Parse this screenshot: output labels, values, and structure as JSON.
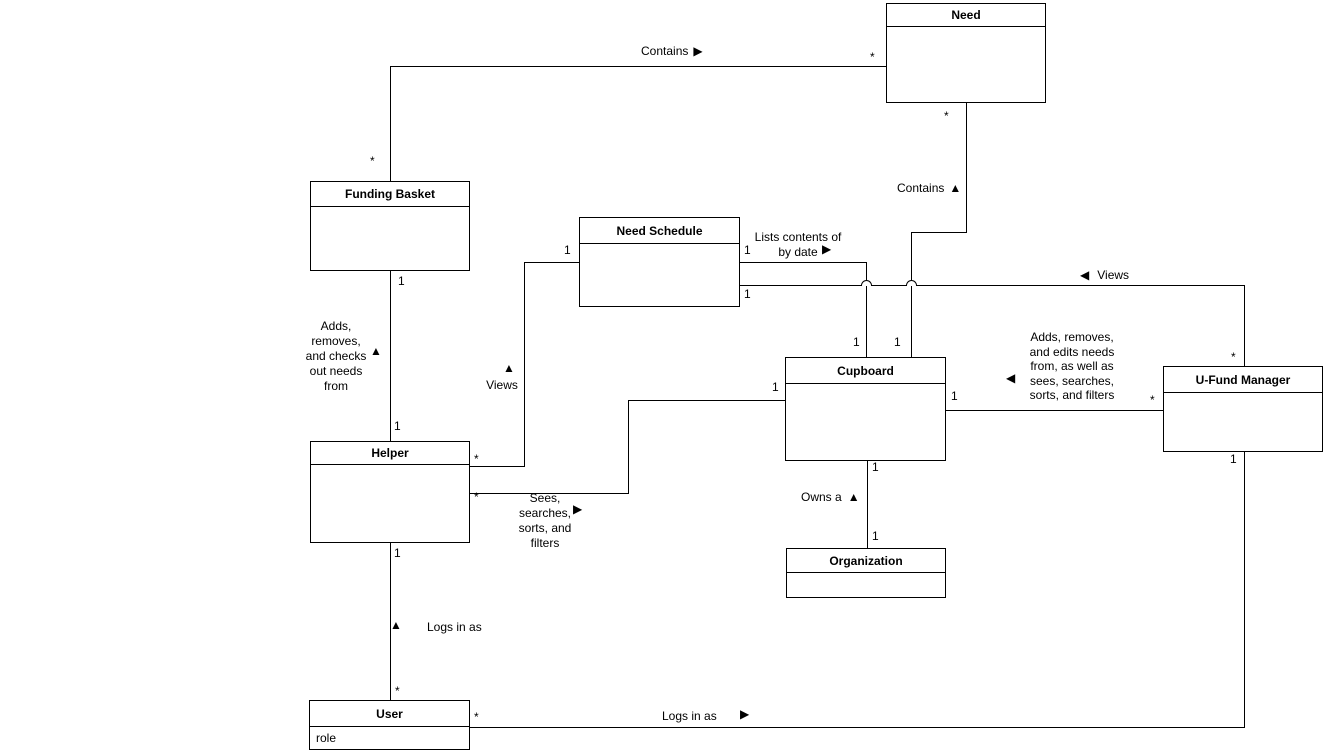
{
  "classes": {
    "need": {
      "title": "Need"
    },
    "funding_basket": {
      "title": "Funding Basket"
    },
    "need_schedule": {
      "title": "Need Schedule"
    },
    "cupboard": {
      "title": "Cupboard"
    },
    "ufund_manager": {
      "title": "U-Fund Manager"
    },
    "helper": {
      "title": "Helper"
    },
    "organization": {
      "title": "Organization"
    },
    "user": {
      "title": "User",
      "attributes": {
        "role": "role"
      }
    }
  },
  "associations": {
    "funding_basket_contains_need": {
      "label": "Contains",
      "arrow": "▶",
      "funding_basket_mult": "*",
      "need_mult": "*"
    },
    "cupboard_contains_need": {
      "label": "Contains",
      "arrow": "▲",
      "need_mult": "*",
      "cupboard_mult": "1"
    },
    "helper_funding_basket": {
      "label": "Adds,\nremoves,\nand checks\nout needs\nfrom",
      "arrow": "▲",
      "funding_basket_mult": "1",
      "helper_mult": "1"
    },
    "helper_views_need_schedule": {
      "label": "Views",
      "arrow": "▲",
      "helper_mult": "*",
      "need_schedule_mult": "1"
    },
    "need_schedule_lists_cupboard": {
      "label": "Lists contents of\nby date",
      "arrow": "▶",
      "need_schedule_mult": "1",
      "cupboard_mult": "1"
    },
    "ufund_manager_views_need_schedule": {
      "label": "Views",
      "arrow": "◀",
      "need_schedule_mult": "1",
      "ufund_manager_mult": "*"
    },
    "ufund_manager_cupboard": {
      "label": "Adds, removes,\nand edits needs\nfrom, as well as\nsees, searches,\nsorts, and filters",
      "arrow": "◀",
      "cupboard_mult": "1",
      "ufund_manager_mult": "*"
    },
    "helper_sees_cupboard": {
      "label": "Sees,\nsearches,\nsorts, and\nfilters",
      "arrow": "▶",
      "helper_mult": "*",
      "cupboard_mult": "1"
    },
    "cupboard_owns_organization": {
      "label": "Owns a",
      "arrow": "▲",
      "cupboard_mult": "1",
      "organization_mult": "1"
    },
    "user_logs_in_helper": {
      "label": "Logs in as",
      "arrow": "▲",
      "helper_mult": "1",
      "user_mult": "*"
    },
    "user_logs_in_ufund_manager": {
      "label": "Logs in as",
      "arrow": "▶",
      "user_mult": "*",
      "ufund_manager_mult": "1"
    }
  }
}
